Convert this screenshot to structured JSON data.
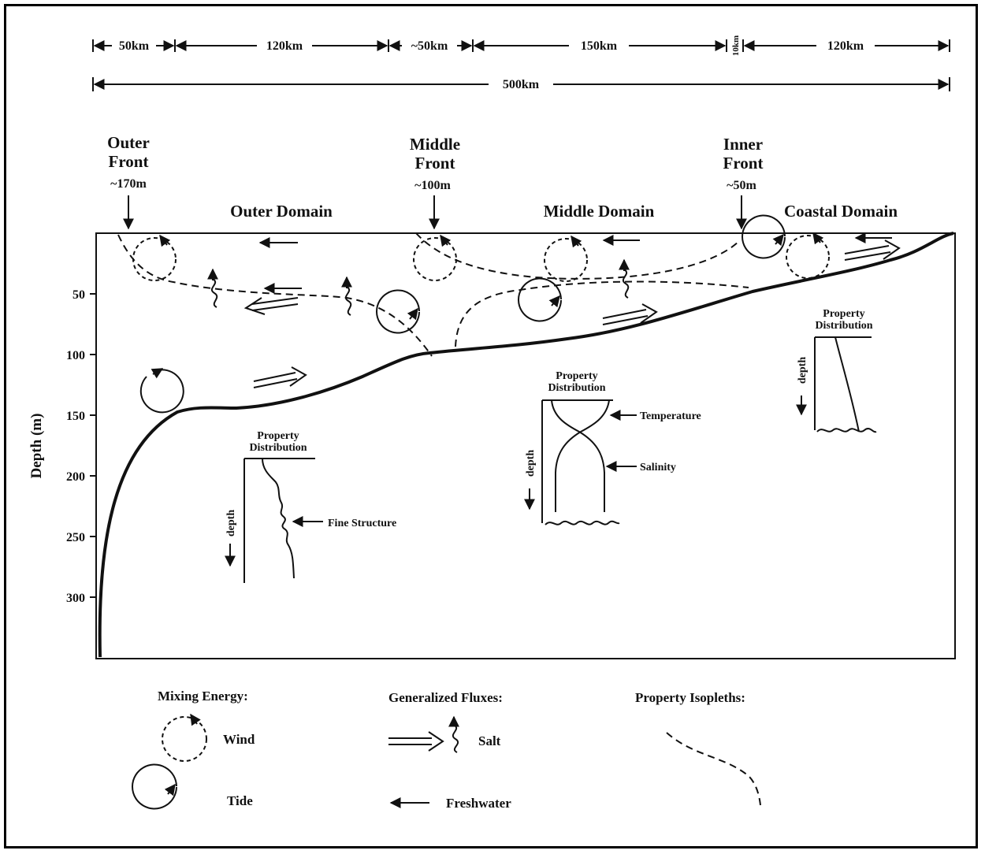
{
  "scale": {
    "segments": [
      "50km",
      "120km",
      "~50km",
      "150km",
      "10km",
      "120km"
    ],
    "total": "500km"
  },
  "fronts": [
    {
      "line1": "Outer",
      "line2": "Front",
      "depth": "~170m"
    },
    {
      "line1": "Middle",
      "line2": "Front",
      "depth": "~100m"
    },
    {
      "line1": "Inner",
      "line2": "Front",
      "depth": "~50m"
    }
  ],
  "domains": [
    "Outer Domain",
    "Middle Domain",
    "Coastal Domain"
  ],
  "axis": {
    "label": "Depth (m)",
    "ticks": [
      "50",
      "100",
      "150",
      "200",
      "250",
      "300"
    ]
  },
  "profiles": {
    "title1": "Property",
    "title2": "Distribution",
    "depth_label": "depth",
    "fine_structure": "Fine Structure",
    "temperature": "Temperature",
    "salinity": "Salinity"
  },
  "legend": {
    "mixing_title": "Mixing Energy:",
    "wind": "Wind",
    "tide": "Tide",
    "fluxes_title": "Generalized Fluxes:",
    "salt": "Salt",
    "freshwater": "Freshwater",
    "isopleths_title": "Property Isopleths:"
  }
}
